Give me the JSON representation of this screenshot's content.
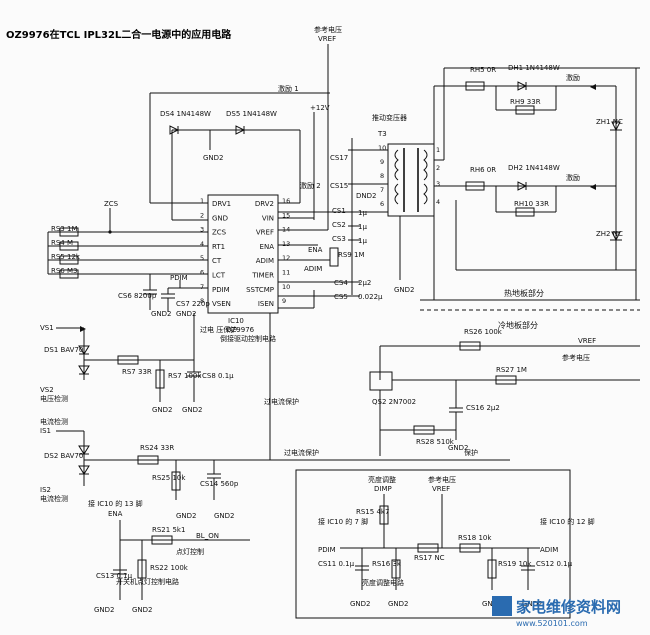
{
  "title": "OZ9976在TCL  IPL32L二合一电源中的应用电路",
  "ic": {
    "name": "IC10",
    "part": "OZ9976",
    "desc": "倒接驱动控制电路",
    "left_pins": [
      "DRV1",
      "GND",
      "ZCS",
      "RT1",
      "CT",
      "LCT",
      "PDIM",
      "VSEN"
    ],
    "right_pins": [
      "DRV2",
      "VIN",
      "VREF",
      "ENA",
      "ADIM",
      "TIMER",
      "SSTCMP",
      "ISEN"
    ],
    "left_nums": [
      "1",
      "2",
      "3",
      "4",
      "5",
      "6",
      "7",
      "8"
    ],
    "right_nums": [
      "16",
      "15",
      "14",
      "13",
      "12",
      "11",
      "10",
      "9"
    ]
  },
  "labels": {
    "ref_voltage": "参考电压",
    "vref": "VREF",
    "drive1": "激励 1",
    "drive2": "激励\n2",
    "drive_out": "激励",
    "plus12": "+12V",
    "zcs": "ZCS",
    "pdim": "PDIM",
    "ena": "ENA",
    "adim": "ADIM",
    "transformer": "推动变压器",
    "t3": "T3",
    "hot_part": "热地板部分",
    "cold_part": "冷地板部分",
    "gnd2": "GND2",
    "vs1": "VS1",
    "vs2": "VS2",
    "volt_detect": "电压检测",
    "cur_detect": "电流检测",
    "is1": "IS1",
    "is2": "IS2",
    "ov_protect": "过电\n压保护",
    "oc_protect_v": "过电流保护",
    "oc_protect": "过电流保护",
    "protect": "保护",
    "ref_voltage2": "参考电压",
    "to_ic13": "接 IC10 的 13 脚",
    "bl_on": "BL_ON",
    "light_ctrl": "点灯控制",
    "switch_ctrl": "开关机点灯控制电路",
    "bright_adj": "亮度调整",
    "dimp": "DIMP",
    "to_ic7": "接 IC10\n的 7 脚",
    "to_ic12": "接 IC10\n的 12 脚",
    "bright_circuit": "亮度调整电路",
    "watermark": "家电维修资料网",
    "watermark_url": "www.520101.com"
  },
  "components": {
    "RS3": "RS3  1M",
    "RS4": "RS4  M",
    "RS5": "RS5  12k",
    "RS6": "RS6  M3",
    "CS6": "CS6\n8200p",
    "CS7": "CS7\n220p",
    "DS4": "DS4\n1N4148W",
    "DS5": "DS5\n1N4148W",
    "CS17": "CS17",
    "CS15": "CS15",
    "CS1": "CS1",
    "CS2": "CS2",
    "CS3": "CS3",
    "CS4": "CS4",
    "CS5": "CS5",
    "DND2": "DND2",
    "C1u1": "1μ",
    "C1u2": "1μ",
    "C1u3": "1μ",
    "C2u2": "2μ2",
    "C0022": "0.022μ",
    "RS9": "RS9\n1M",
    "RH5": "RH5\n0R",
    "RH6": "RH6\n0R",
    "DH1": "DH1\n1N4148W",
    "DH2": "DH2\n1N4148W",
    "RH9": "RH9  33R",
    "RH10": "RH10\n33R",
    "ZH1": "ZH1\nNC",
    "ZH2": "ZH2\nNC",
    "DS1": "DS1\nBAV70",
    "RS7": "RS7\n33R",
    "RS7b": "RS7\n100k",
    "CS8": "CS8\n0.1μ",
    "DS2": "DS2\nBAV70",
    "RS24": "RS24\n33R",
    "RS25": "RS25\n10k",
    "CS14": "CS14\n560p",
    "RS26": "RS26\n100k",
    "RS27": "RS27\n1M",
    "QS2": "QS2\n2N7002",
    "CS16": "CS16\n2μ2",
    "RS28": "RS28\n510k",
    "RS21": "RS21\n5k1",
    "RS22": "RS22\n100k",
    "CS13": "CS13\n0.1μ",
    "RS15": "RS15\n4k7",
    "RS16": "RS16\n3k",
    "RS17": "RS17\nNC",
    "RS18": "RS18\n10k",
    "RS19": "RS19\n10k",
    "CS11": "CS11\n0.1μ",
    "CS12": "CS12\n0.1μ"
  }
}
